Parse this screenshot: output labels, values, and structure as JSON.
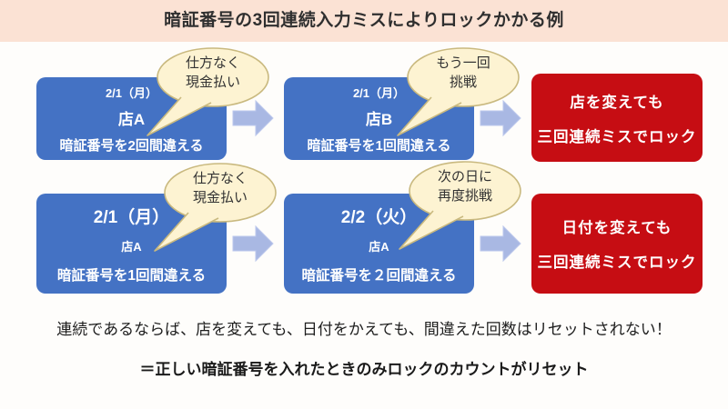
{
  "title": "暗証番号の3回連続入力ミスによりロックかかる例",
  "flow_rows": [
    {
      "steps": [
        {
          "date": "2/1（月）",
          "shop": "店A",
          "action": "暗証番号を2回間違える",
          "bubble": [
            "仕方なく",
            "現金払い"
          ]
        },
        {
          "date": "2/1（月）",
          "shop": "店B",
          "action": "暗証番号を1回間違える",
          "bubble": [
            "もう一回",
            "挑戦"
          ]
        }
      ],
      "result": [
        "店を変えても",
        "三回連続ミスでロック"
      ]
    },
    {
      "steps": [
        {
          "date": "2/1（月）",
          "shop": "店A",
          "action": "暗証番号を1回間違える",
          "bubble": [
            "仕方なく",
            "現金払い"
          ]
        },
        {
          "date": "2/2（火）",
          "shop": "店A",
          "action": "暗証番号を２回間違える",
          "bubble": [
            "次の日に",
            "再度挑戦"
          ]
        }
      ],
      "result": [
        "日付を変えても",
        "三回連続ミスでロック"
      ]
    }
  ],
  "footer": {
    "line1": "連続であるならば、店を変えても、日付をかえても、間違えた回数はリセットされない！",
    "line2": "＝正しい暗証番号を入れたときのみロックのカウントがリセット"
  },
  "icons": {
    "arrow": "block-arrow-right"
  },
  "colors": {
    "banner_bg": "#fbe2d4",
    "step_box": "#4472c4",
    "result_box": "#c60d13",
    "arrow": "#a9b8e3",
    "bubble_fill": "#fdf3d2",
    "bubble_stroke": "#c9b97f",
    "text_dark": "#2f2f2f"
  }
}
